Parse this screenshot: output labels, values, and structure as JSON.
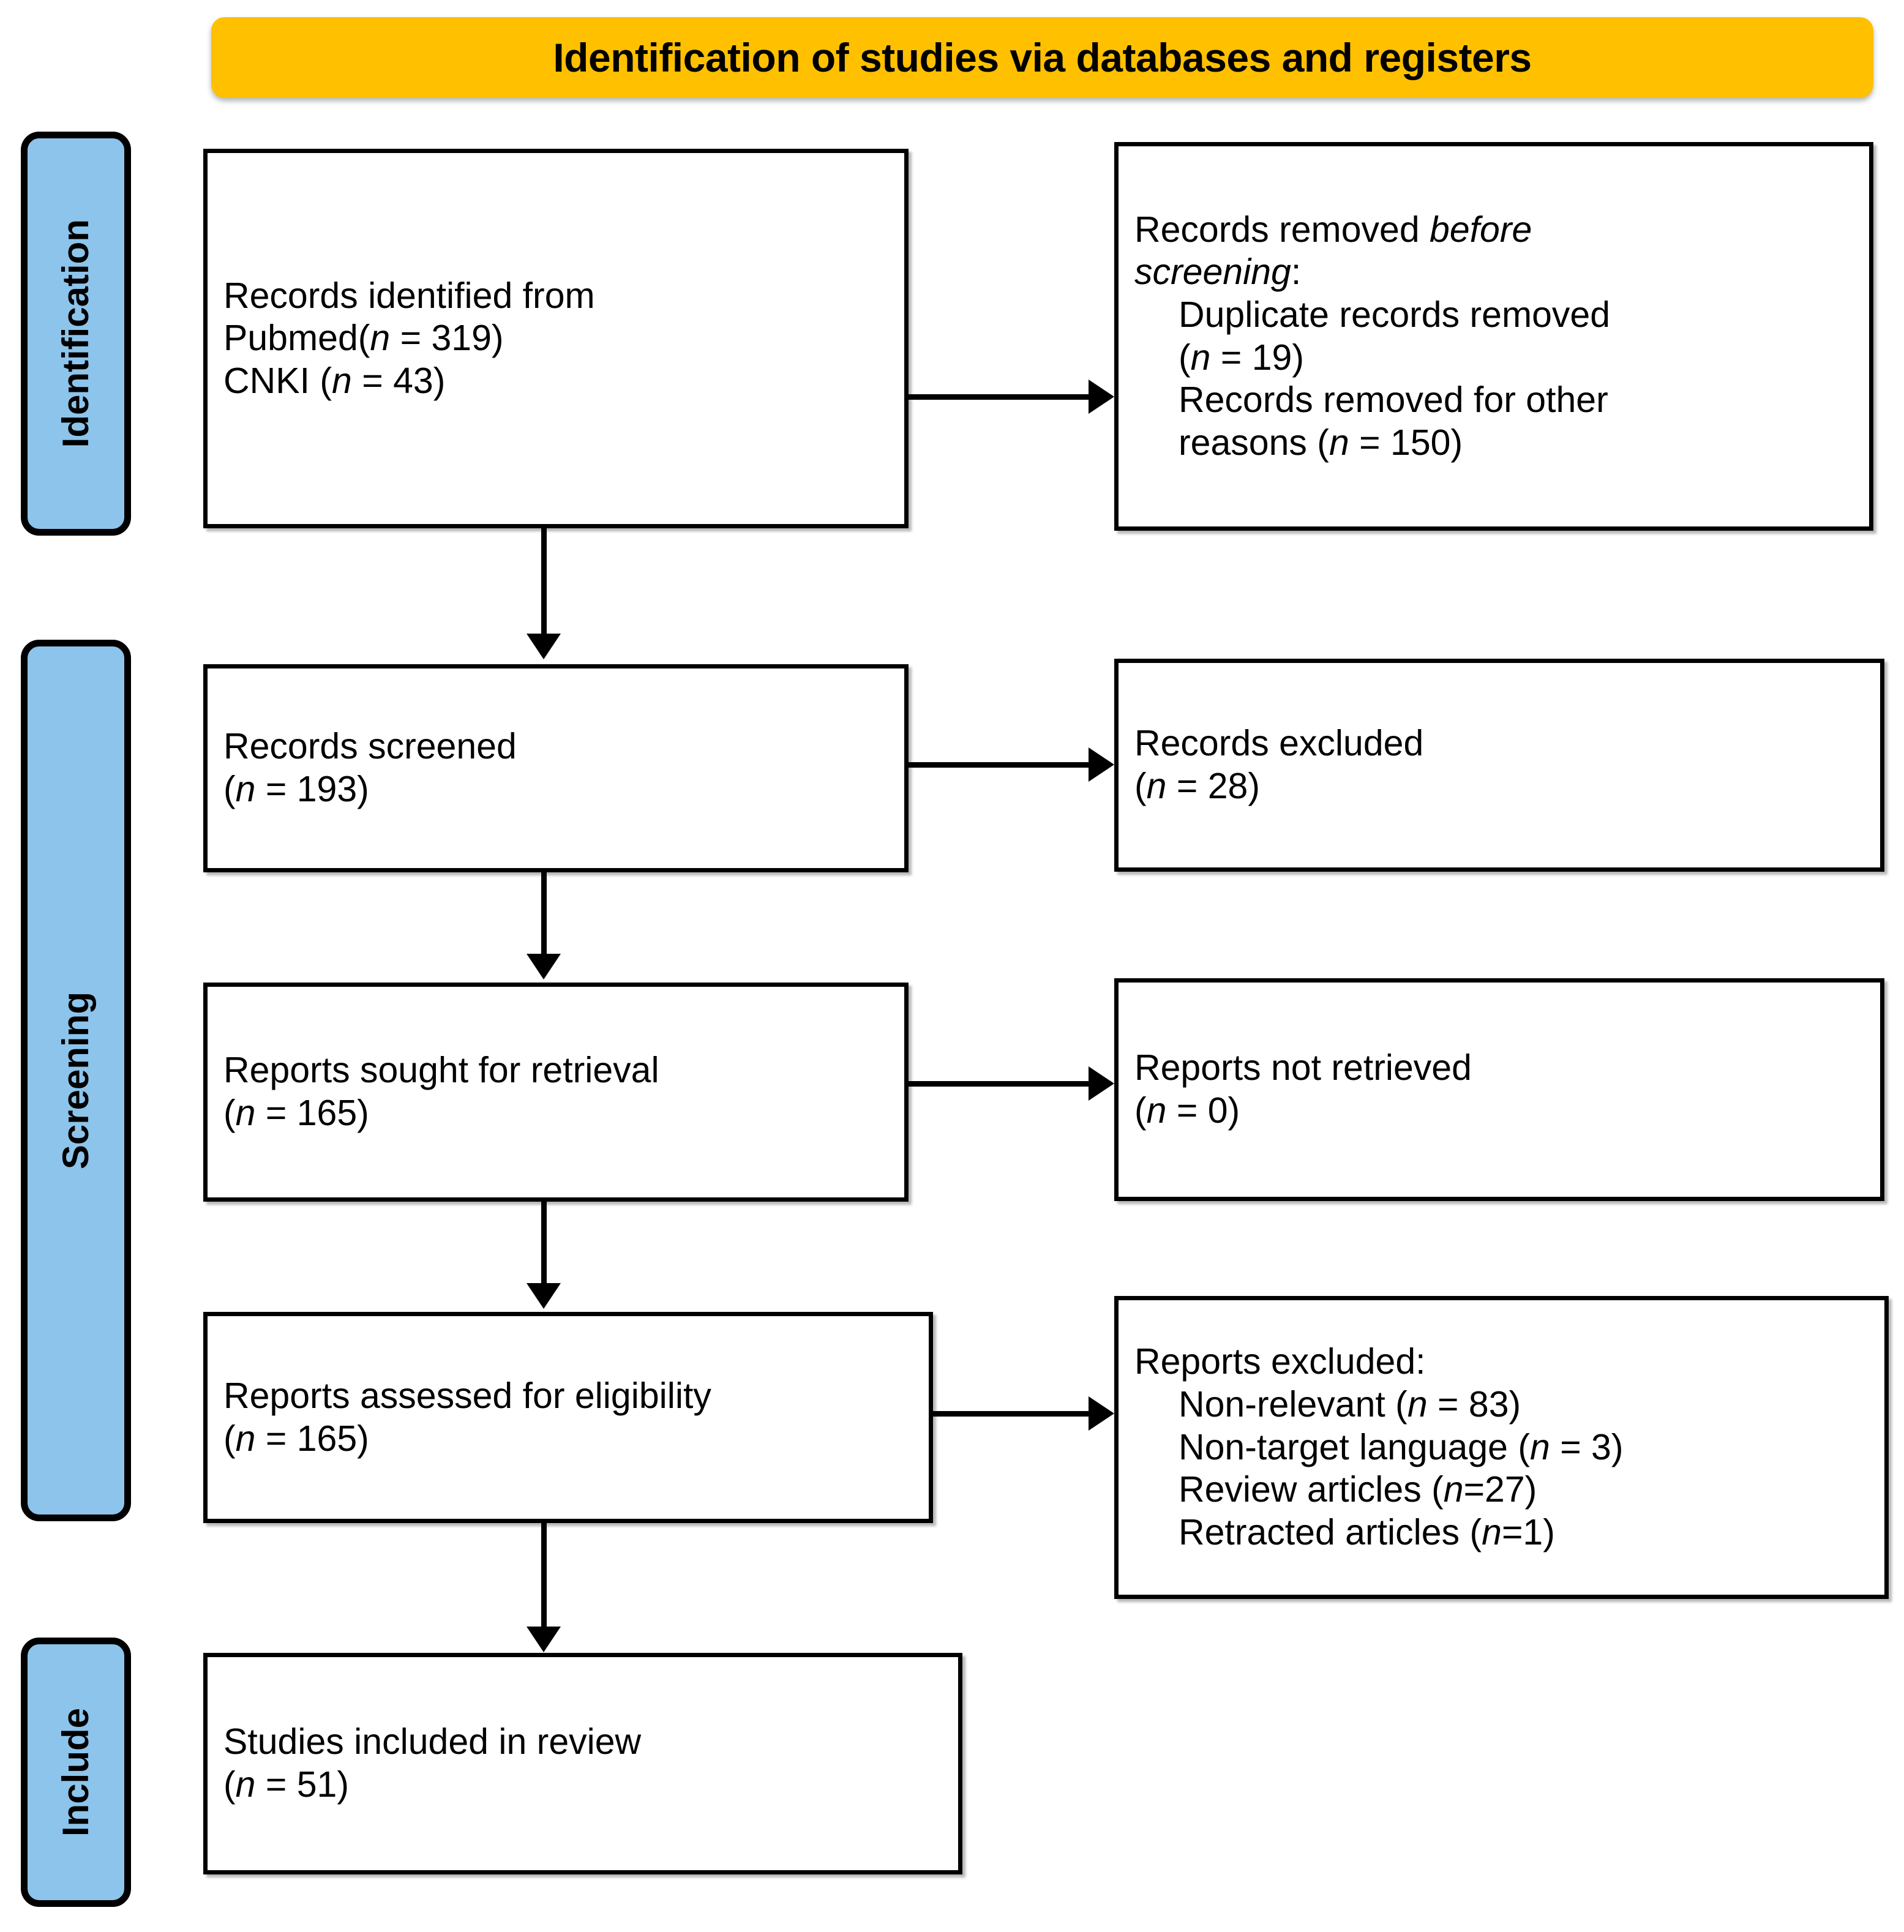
{
  "banner": {
    "title": "Identification of studies via databases and registers",
    "color": "#FFC000"
  },
  "phases": [
    {
      "label": "Identification",
      "color": "#8CC4EB"
    },
    {
      "label": "Screening",
      "color": "#8CC4EB"
    },
    {
      "label": "Include",
      "color": "#8CC4EB"
    }
  ],
  "boxes": {
    "identified": {
      "line1": "Records identified from",
      "line2_pre": "Pubmed(",
      "line2_n": "n",
      "line2_post": " = 319)",
      "line3_pre": "CNKI (",
      "line3_n": "n",
      "line3_post": " = 43)"
    },
    "removed_before": {
      "line1_pre": "Records removed ",
      "line1_italic": "before",
      "line2_italic": "screening",
      "line2_post": ":",
      "line3": "Duplicate records removed",
      "line4_pre": "(",
      "line4_n": "n",
      "line4_post": " = 19)",
      "line5": "Records removed for other",
      "line6_pre": "reasons (",
      "line6_n": "n",
      "line6_post": " = 150)"
    },
    "screened": {
      "line1": "Records screened",
      "line2_pre": "(",
      "line2_n": "n",
      "line2_post": " = 193)"
    },
    "excluded": {
      "line1": "Records excluded",
      "line2_pre": "(",
      "line2_n": "n",
      "line2_post": " = 28)"
    },
    "sought": {
      "line1": "Reports sought for retrieval",
      "line2_pre": "(",
      "line2_n": "n",
      "line2_post": " = 165)"
    },
    "not_retrieved": {
      "line1": "Reports not retrieved",
      "line2_pre": "(",
      "line2_n": "n",
      "line2_post": " = 0)"
    },
    "assessed": {
      "line1": "Reports assessed for eligibility",
      "line2_pre": "(",
      "line2_n": "n",
      "line2_post": " = 165)"
    },
    "reports_excluded": {
      "line1": "Reports excluded:",
      "line2_pre": "Non-relevant (",
      "line2_n": "n",
      "line2_post": " = 83)",
      "line3_pre": "Non-target language (",
      "line3_n": "n",
      "line3_post": " = 3)",
      "line4_pre": "Review articles (",
      "line4_n": "n",
      "line4_post": "=27)",
      "line5_pre": "Retracted articles (",
      "line5_n": "n",
      "line5_post": "=1)"
    },
    "included": {
      "line1": "Studies included in review",
      "line2_pre": "(",
      "line2_n": "n",
      "line2_post": " = 51)"
    }
  }
}
